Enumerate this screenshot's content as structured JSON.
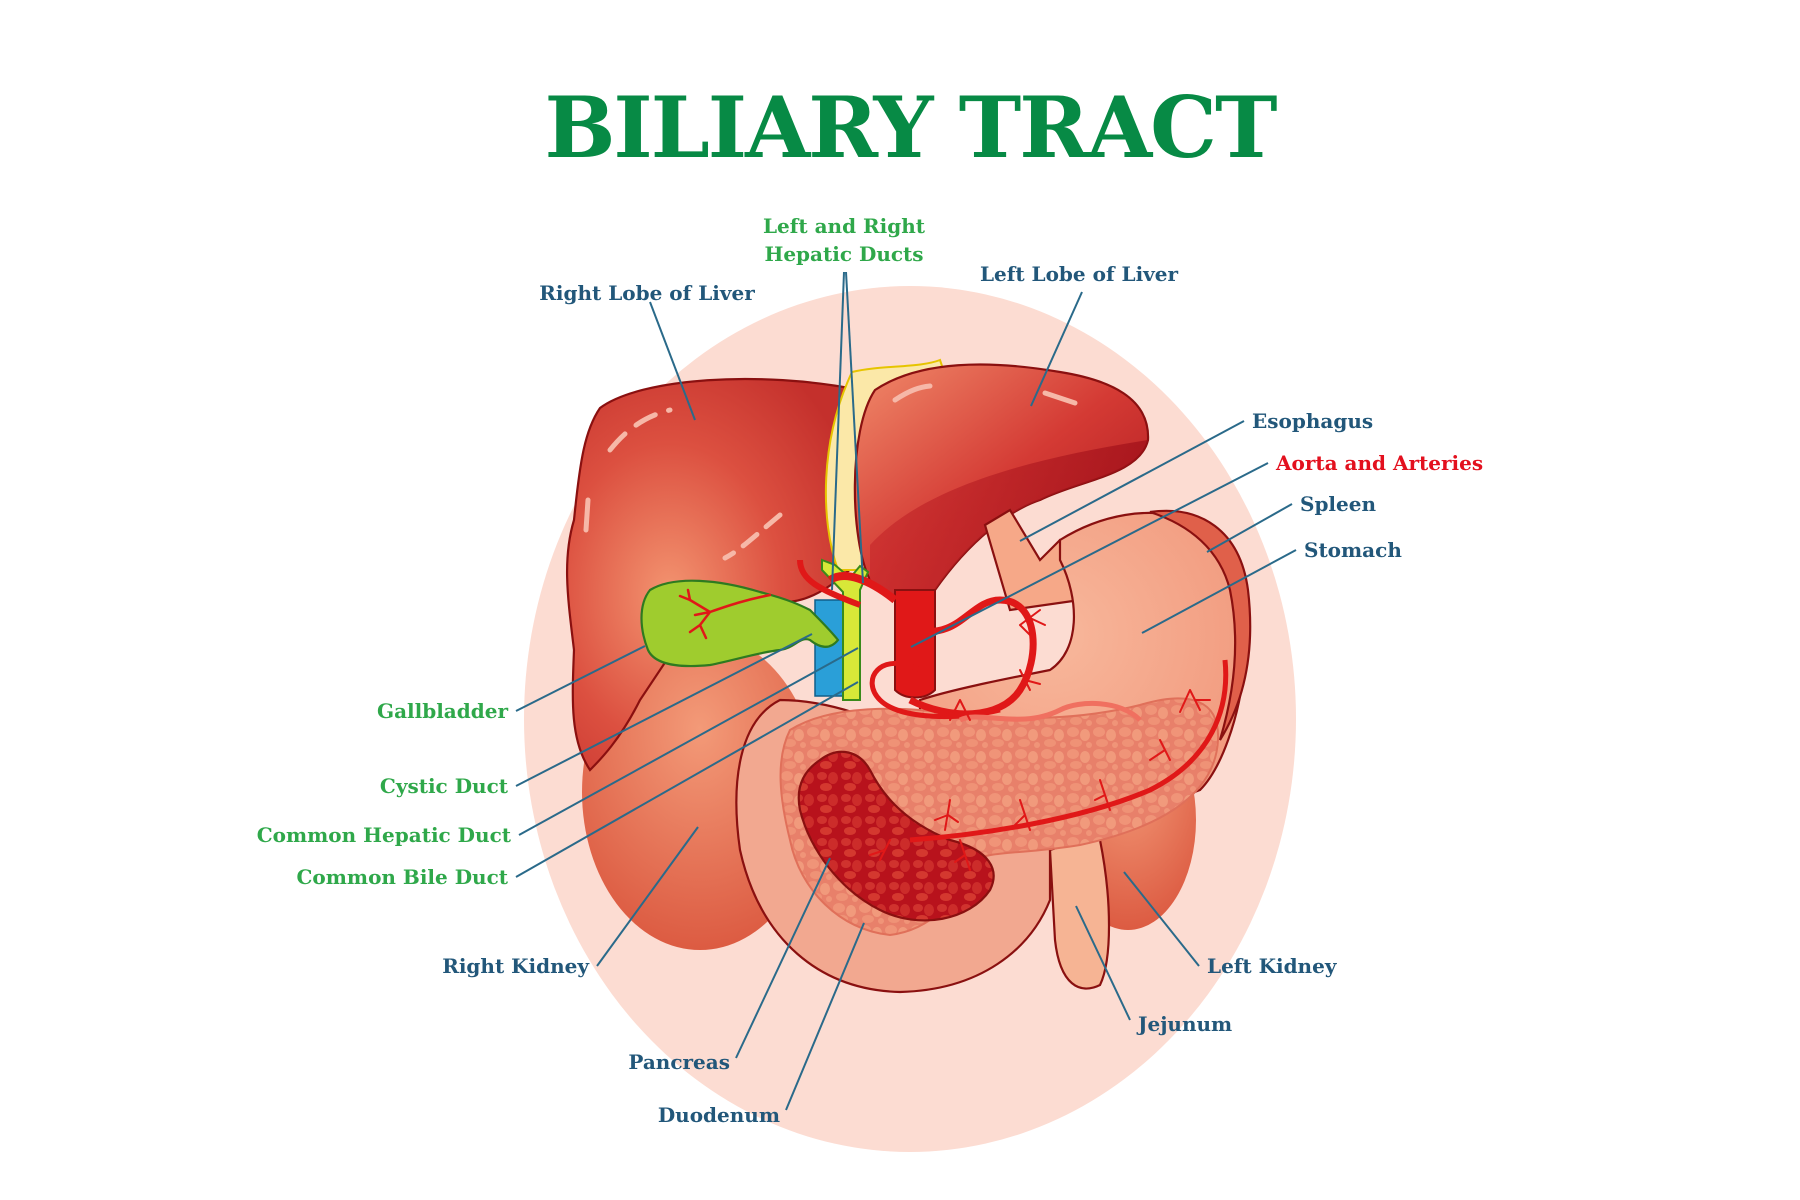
{
  "title": "BILIARY TRACT",
  "colors": {
    "title": "#078a45",
    "label_blue": "#22577a",
    "label_green": "#2fa84a",
    "label_red": "#e3101e",
    "leader_line": "#2a6a8a",
    "background_circle": "#fcdcd2",
    "liver": "#d6423a",
    "gallbladder": "#9fcc2e",
    "bile_duct_blue": "#2a9fd8",
    "bile_duct_yellow": "#d8e838",
    "artery": "#e01818",
    "pancreas": "#e8806a",
    "kidney": "#e0634a",
    "stomach": "#f2a088"
  },
  "labels": {
    "hepatic_ducts_line1": "Left and Right",
    "hepatic_ducts_line2": "Hepatic Ducts",
    "right_lobe": "Right Lobe of Liver",
    "left_lobe": "Left Lobe of Liver",
    "esophagus": "Esophagus",
    "aorta": "Aorta and Arteries",
    "spleen": "Spleen",
    "stomach": "Stomach",
    "gallbladder": "Gallbladder",
    "cystic_duct": "Cystic Duct",
    "common_hepatic_duct": "Common Hepatic Duct",
    "common_bile_duct": "Common Bile Duct",
    "right_kidney": "Right Kidney",
    "left_kidney": "Left Kidney",
    "jejunum": "Jejunum",
    "pancreas": "Pancreas",
    "duodenum": "Duodenum"
  }
}
